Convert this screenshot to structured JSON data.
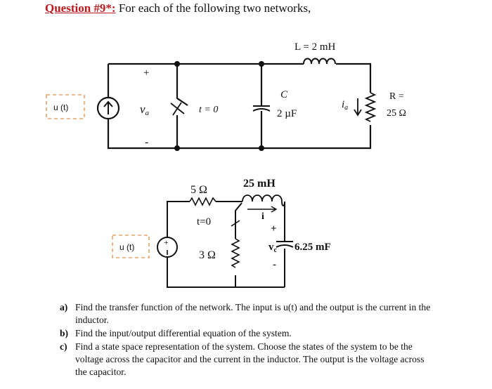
{
  "heading": {
    "label": "Question #9*:",
    "text": " For each of the following two networks,"
  },
  "circuit1": {
    "source_label": "u (t)",
    "plus": "+",
    "minus": "-",
    "va_label": "v",
    "va_sub": "a",
    "switch_label": "t = 0",
    "c_label": "C",
    "c_value": "2 µF",
    "l_label": "L = 2 mH",
    "ia_label": "i",
    "ia_sub": "a",
    "r_label": "R =",
    "r_value": "25 Ω"
  },
  "circuit2": {
    "source_label": "u (t)",
    "source_plus": "+",
    "r1_label": "5 Ω",
    "switch_label": "t=0",
    "r2_label": "3 Ω",
    "l_label": "25 mH",
    "i_label": "i",
    "plus": "+",
    "vc_label": "v",
    "vc_sub": "c",
    "minus": "-",
    "c_label": "6.25 mF"
  },
  "questions": [
    {
      "label": "a)",
      "text": "Find the transfer function of the network. The input is u(t) and the output is the current in the inductor."
    },
    {
      "label": "b)",
      "text": "Find the input/output differential equation of the system."
    },
    {
      "label": "c)",
      "text": "Find a state space representation of the system. Choose the states of the system to be the voltage across the capacitor and the current in the inductor. The output is the voltage across the capacitor."
    }
  ],
  "colors": {
    "heading_label": "#c0191e",
    "source_box": "#e5a56a",
    "wire": "#111111"
  }
}
